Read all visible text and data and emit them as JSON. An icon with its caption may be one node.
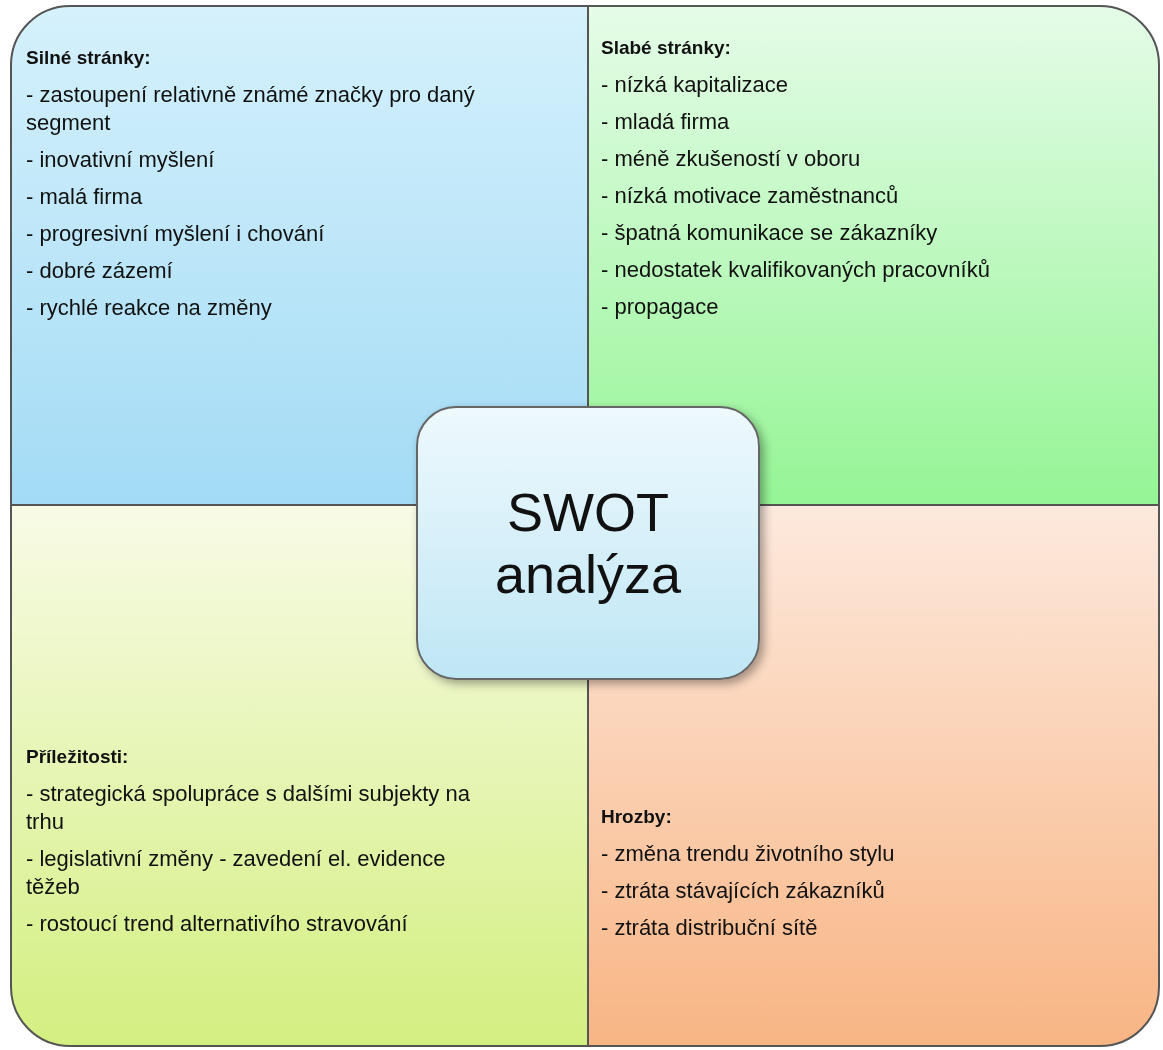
{
  "diagram": {
    "nodes": [
      {
        "text": [
          "Silné stránky:",
          "- zastoupení relativně známé značky pro daný segment",
          "- inovativní myšlení",
          "- malá firma",
          "- progresivní myšlení i chování",
          "- dobré zázemí",
          "- rychlé reakce na změny"
        ]
      },
      {
        "text": [
          "Slabé stránky:",
          "- nízká kapitalizace",
          "- mladá firma",
          "- méně zkušeností v oboru",
          "- nízká motivace zaměstnanců",
          "- špatná komunikace se zákazníky",
          "- nedostatek kvalifikovaných pracovníků",
          "- propagace"
        ]
      },
      {
        "text": [
          "Příležitosti:",
          "- strategická spolupráce s dalšími subjekty na trhu",
          "- legislativní změny - zavedení el. evidence těžeb",
          "- rostoucí trend alternativího stravování"
        ]
      },
      {
        "text": [
          "Hrozby:",
          "- změna trendu životního stylu",
          "- ztráta stávajících zákazníků",
          "- ztráta distribuční sítě"
        ]
      },
      {
        "text": [
          "SWOT analýza"
        ]
      }
    ]
  }
}
